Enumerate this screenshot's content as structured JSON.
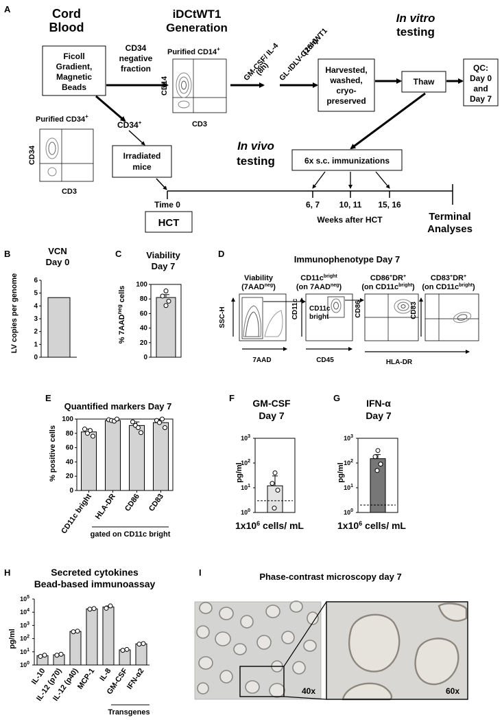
{
  "panelA": {
    "letter": "A",
    "cord_blood": [
      "Cord",
      "Blood"
    ],
    "idc_title": [
      "iDCtWT1",
      "Generation"
    ],
    "ficoll_box": [
      "Ficoll",
      "Gradient,",
      "Magnetic",
      "Beads"
    ],
    "cd34neg": [
      "CD34",
      "negative",
      "fraction"
    ],
    "purified_cd14": "Purified CD14",
    "cd14_axis": "CD14",
    "cd3_axis": "CD3",
    "gmcsf_label": "GM-CSF/ IL-4",
    "gmcsf_time": "(8h)",
    "lv_label": "GL-IDLV-G2α-tWT1",
    "lv_time": "(16h)",
    "harvest_box": [
      "Harvested,",
      "washed,",
      "cryo-",
      "preserved"
    ],
    "in_vitro": [
      "In vitro",
      "testing"
    ],
    "thaw_box": "Thaw",
    "qc_box": [
      "QC:",
      "Day 0",
      "and",
      "Day 7"
    ],
    "purified_cd34": "Purified CD34",
    "cd34_axis": "CD34",
    "cd34pos": "CD34",
    "irradiated_box": [
      "Irradiated",
      "mice"
    ],
    "in_vivo": [
      "In vivo",
      "testing"
    ],
    "immunizations_box": "6x s.c. immunizations",
    "time0": "Time 0",
    "timepoints": [
      "6, 7",
      "10, 11",
      "15, 16"
    ],
    "weeks_label": "Weeks after HCT",
    "hct_box": "HCT",
    "terminal": [
      "Terminal",
      "Analyses"
    ]
  },
  "panelB": {
    "letter": "B",
    "title": [
      "VCN",
      "Day 0"
    ],
    "ylabel": "LV copies per genome",
    "chart_data": {
      "type": "bar",
      "categories": [
        ""
      ],
      "values": [
        4.65
      ],
      "title": "VCN Day 0",
      "ylabel": "LV copies per genome",
      "ylim": [
        0,
        6
      ],
      "yticks": [
        "0",
        "1",
        "2",
        "3",
        "4",
        "5",
        "6"
      ]
    }
  },
  "panelC": {
    "letter": "C",
    "title": [
      "Viability",
      "Day 7"
    ],
    "ylabel": "% 7AAD",
    "ylabel_sup": "neg",
    "ylabel_tail": " cells",
    "chart_data": {
      "type": "bar",
      "values": [
        82
      ],
      "points": [
        91,
        84,
        77,
        71
      ],
      "error": 4,
      "ylim": [
        0,
        100
      ],
      "yticks": [
        "0",
        "20",
        "40",
        "60",
        "80",
        "100"
      ]
    }
  },
  "panelD": {
    "letter": "D",
    "title": "Immunophenotype Day 7",
    "plots": [
      {
        "h1": "Viability",
        "h2": "(7AAD",
        "h2sup": "neg",
        "h2tail": ")",
        "xlabel": "7AAD",
        "ylabel": "SSC-H"
      },
      {
        "h1": "CD11c",
        "h1sup": "bright",
        "h2": "(on 7AAD",
        "h2sup": "neg",
        "h2tail": ")",
        "xlabel": "CD45",
        "ylabel": "CD11c",
        "gate": [
          "CD11c",
          "bright"
        ]
      },
      {
        "h1": "CD86",
        "h1sup": "+",
        "h1b": "DR",
        "h1bsup": "+",
        "h2": "(on CD11c",
        "h2sup": "bright",
        "h2tail": ")",
        "xlabel": "HLA-DR",
        "ylabel": "CD86"
      },
      {
        "h1": "CD83",
        "h1sup": "+",
        "h1b": "DR",
        "h1bsup": "+",
        "h2": "(on CD11c",
        "h2sup": "bright",
        "h2tail": ")",
        "ylabel": "CD83"
      }
    ]
  },
  "panelE": {
    "letter": "E",
    "title": "Quantified markers Day 7",
    "ylabel": "% positive cells",
    "gated_label": "gated on CD11c bright",
    "chart_data": {
      "type": "bar",
      "categories": [
        "CD11c bright",
        "HLA-DR",
        "CD86",
        "CD83"
      ],
      "values": [
        82,
        98,
        91,
        95
      ],
      "errors": [
        4,
        2,
        5,
        4
      ],
      "points": [
        [
          86,
          80,
          84,
          76
        ],
        [
          99,
          98,
          97,
          100
        ],
        [
          96,
          91,
          88,
          81
        ],
        [
          98,
          95,
          100,
          88
        ]
      ],
      "ylim": [
        0,
        100
      ],
      "yticks": [
        "0",
        "20",
        "40",
        "60",
        "80",
        "100"
      ]
    }
  },
  "panelF": {
    "letter": "F",
    "title": [
      "GM-CSF",
      "Day 7"
    ],
    "ylabel": "pg/ml",
    "footer": "1x10",
    "footer_sup": "6",
    "footer_tail": " cells/ mL",
    "chart_data": {
      "type": "bar",
      "values": [
        12
      ],
      "error_top": 30,
      "points": [
        40,
        15,
        8,
        1.5
      ],
      "threshold": 3,
      "ylim": [
        1,
        1000
      ],
      "log": true,
      "yticks": [
        "10",
        "10",
        "10",
        "10"
      ],
      "yticks_sup": [
        "0",
        "1",
        "2",
        "3"
      ]
    }
  },
  "panelG": {
    "letter": "G",
    "title": [
      "IFN-α",
      "Day 7"
    ],
    "ylabel": "pg/ml",
    "footer": "1x10",
    "footer_sup": "6",
    "footer_tail": " cells/ mL",
    "chart_data": {
      "type": "bar",
      "values": [
        150
      ],
      "error_top": 220,
      "points": [
        320,
        180,
        90,
        50
      ],
      "threshold": 2,
      "ylim": [
        1,
        1000
      ],
      "log": true,
      "yticks": [
        "10",
        "10",
        "10",
        "10"
      ],
      "yticks_sup": [
        "0",
        "1",
        "2",
        "3"
      ]
    }
  },
  "panelH": {
    "letter": "H",
    "title": [
      "Secreted cytokines",
      "Bead-based immunoassay"
    ],
    "ylabel": "pg/ml",
    "transgenes": "Transgenes",
    "chart_data": {
      "type": "bar",
      "log": true,
      "categories": [
        "IL-10",
        "IL-12 (p70)",
        "IL-12 (p40)",
        "MCP-1",
        "IL-8",
        "GM-CSF",
        "IFN-α2"
      ],
      "values": [
        5,
        6,
        350,
        18000,
        25000,
        14,
        40
      ],
      "points": [
        [
          4.5,
          5.5
        ],
        [
          5.5,
          6.5
        ],
        [
          330,
          370
        ],
        [
          17000,
          19000
        ],
        [
          20000,
          30000
        ],
        [
          13,
          15
        ],
        [
          38,
          42
        ]
      ],
      "ylim": [
        1,
        100000
      ],
      "yticks": [
        "10",
        "10",
        "10",
        "10",
        "10",
        "10"
      ],
      "yticks_sup": [
        "0",
        "1",
        "2",
        "3",
        "4",
        "5"
      ]
    }
  },
  "panelI": {
    "letter": "I",
    "title": "Phase-contrast microscopy  day 7",
    "mag_left": "40x",
    "mag_right": "60x"
  }
}
